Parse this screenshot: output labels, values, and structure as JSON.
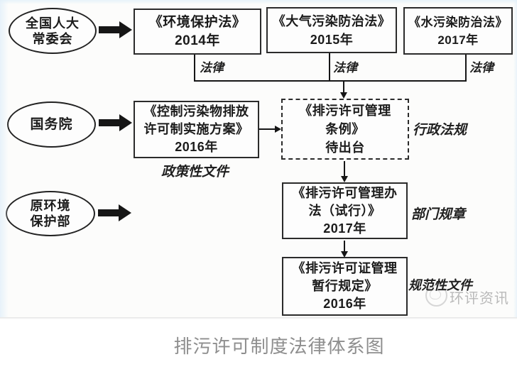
{
  "nodes": {
    "npc": {
      "line1": "全国人大",
      "line2": "常委会"
    },
    "state_council": {
      "line1": "国务院"
    },
    "moep": {
      "line1": "原环境",
      "line2": "保护部"
    },
    "env_law": {
      "line1": "《环境保护法》",
      "line2": "2014年"
    },
    "air_law": {
      "line1": "《大气污染防治法》",
      "line2": "2015年"
    },
    "water_law": {
      "line1": "《水污染防治法》",
      "line2": "2017年"
    },
    "impl_plan": {
      "line1": "《控制污染物排放",
      "line2": "许可制实施方案》",
      "line3": "2016年"
    },
    "reg_ordinance": {
      "line1": "《排污许可管理",
      "line2": "条例》",
      "line3": "待出台"
    },
    "mgmt_measures": {
      "line1": "《排污许可管理办",
      "line2": "法（试行）》",
      "line3": "2017年"
    },
    "interim_provisions": {
      "line1": "《排污许可证管理",
      "line2": "暂行规定》",
      "line3": "2016年"
    }
  },
  "labels": {
    "law_1": "法律",
    "law_2": "法律",
    "law_3": "法律",
    "policy_document": "政策性文件",
    "administrative_regulation": "行政法规",
    "department_rule": "部门规章",
    "normative_document": "规范性文件"
  },
  "watermark": {
    "text": "环评资讯"
  },
  "caption": "排污许可制度法律体系图",
  "colors": {
    "line": "#161616",
    "box_border": "#2b2b2b",
    "caption_text": "#8e8e8e",
    "watermark_text": "#a3a3a3",
    "left_edge_tint": "#e7f2fa"
  }
}
